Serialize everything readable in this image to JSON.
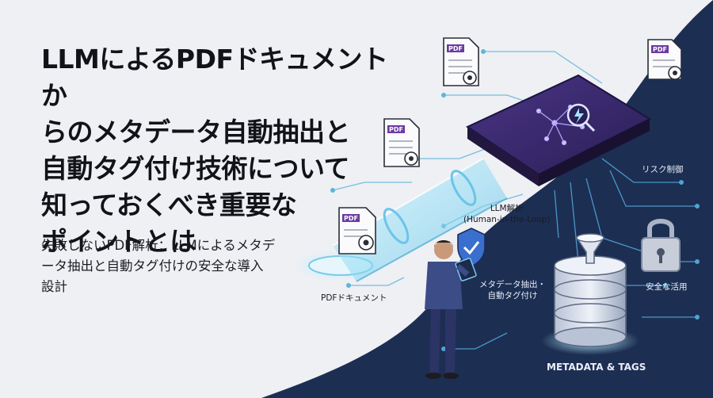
{
  "headline": {
    "lines": [
      "LLMによるPDFドキュメントか",
      "らのメタデータ自動抽出と",
      "自動タグ付け技術について",
      "知っておくべき重要な",
      "ポイントとは"
    ]
  },
  "subheadline": {
    "lines": [
      "失敗しないPDF解析：LLMによるメタデ",
      "ータ抽出と自動タグ付けの安全な導入",
      "設計"
    ]
  },
  "illustration": {
    "pdf_badge": "PDF",
    "labels": {
      "pdf_document": "PDFドキュメント",
      "llm_analysis_1": "LLM解析",
      "llm_analysis_2": "(Human-in-the-Loop)",
      "risk_control": "リスク制御",
      "metadata_extract_1": "メタデータ抽出・",
      "metadata_extract_2": "自動タグ付け",
      "safe_use": "安全な活用",
      "metadata_tags": "METADATA & TAGS"
    }
  },
  "colors": {
    "background_light": "#eef0f4",
    "background_dark": "#1c2e52",
    "chip_purple": "#3b2a6e",
    "tube_cyan": "#8fdcf5",
    "accent_pdf_tag": "#6a3aa0"
  }
}
